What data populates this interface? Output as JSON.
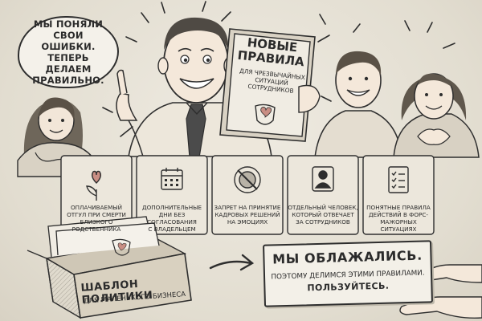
{
  "speech_bubble": {
    "lines": [
      "МЫ ПОНЯЛИ",
      "СВОИ ОШИБКИ.",
      "ТЕПЕРЬ ДЕЛАЕМ",
      "ПРАВИЛЬНО."
    ]
  },
  "book": {
    "title_lines": [
      "НОВЫЕ",
      "ПРАВИЛА"
    ],
    "subtitle_lines": [
      "ДЛЯ ЧРЕЗВЫЧАЙНЫХ",
      "СИТУАЦИЙ",
      "СОТРУДНИКОВ"
    ],
    "icon": "heart-shield-icon"
  },
  "benefits": [
    {
      "icon": "flower-heart-icon",
      "lines": [
        "ОПЛАЧИВАЕМЫЙ",
        "ОТГУЛ ПРИ СМЕРТИ",
        "БЛИЗКОГО",
        "РОДСТВЕННИКА"
      ]
    },
    {
      "icon": "calendar-icon",
      "lines": [
        "ДОПОЛНИТЕЛЬНЫЕ",
        "ДНИ БЕЗ СОГЛАСОВАНИЯ",
        "С ВЛАДЕЛЬЦЕМ"
      ]
    },
    {
      "icon": "no-angry-face-icon",
      "lines": [
        "ЗАПРЕТ НА ПРИНЯТИЕ",
        "КАДРОВЫХ РЕШЕНИЙ",
        "НА ЭМОЦИЯХ"
      ]
    },
    {
      "icon": "person-icon",
      "lines": [
        "ОТДЕЛЬНЫЙ ЧЕЛОВЕК,",
        "КОТОРЫЙ ОТВЕЧАЕТ",
        "ЗА СОТРУДНИКОВ"
      ]
    },
    {
      "icon": "checklist-icon",
      "lines": [
        "ПОНЯТНЫЕ ПРАВИЛА",
        "ДЕЙСТВИЙ В ФОРС-",
        "МАЖОРНЫХ СИТУАЦИЯХ"
      ]
    }
  ],
  "box": {
    "title": "ШАБЛОН ПОЛИТИКИ",
    "subtitle": "ДЛЯ МАЛЕНЬКОГО БИЗНЕСА"
  },
  "sign": {
    "heading": "МЫ ОБЛАЖАЛИСЬ.",
    "line1": "ПОЭТОМУ ДЕЛИМСЯ ЭТИМИ ПРАВИЛАМИ.",
    "line2": "ПОЛЬЗУЙТЕСЬ."
  },
  "colors": {
    "paper": "#e7e2d6",
    "ink": "#2b2b2b",
    "card": "#ece7dc",
    "heart": "#c98e84"
  }
}
